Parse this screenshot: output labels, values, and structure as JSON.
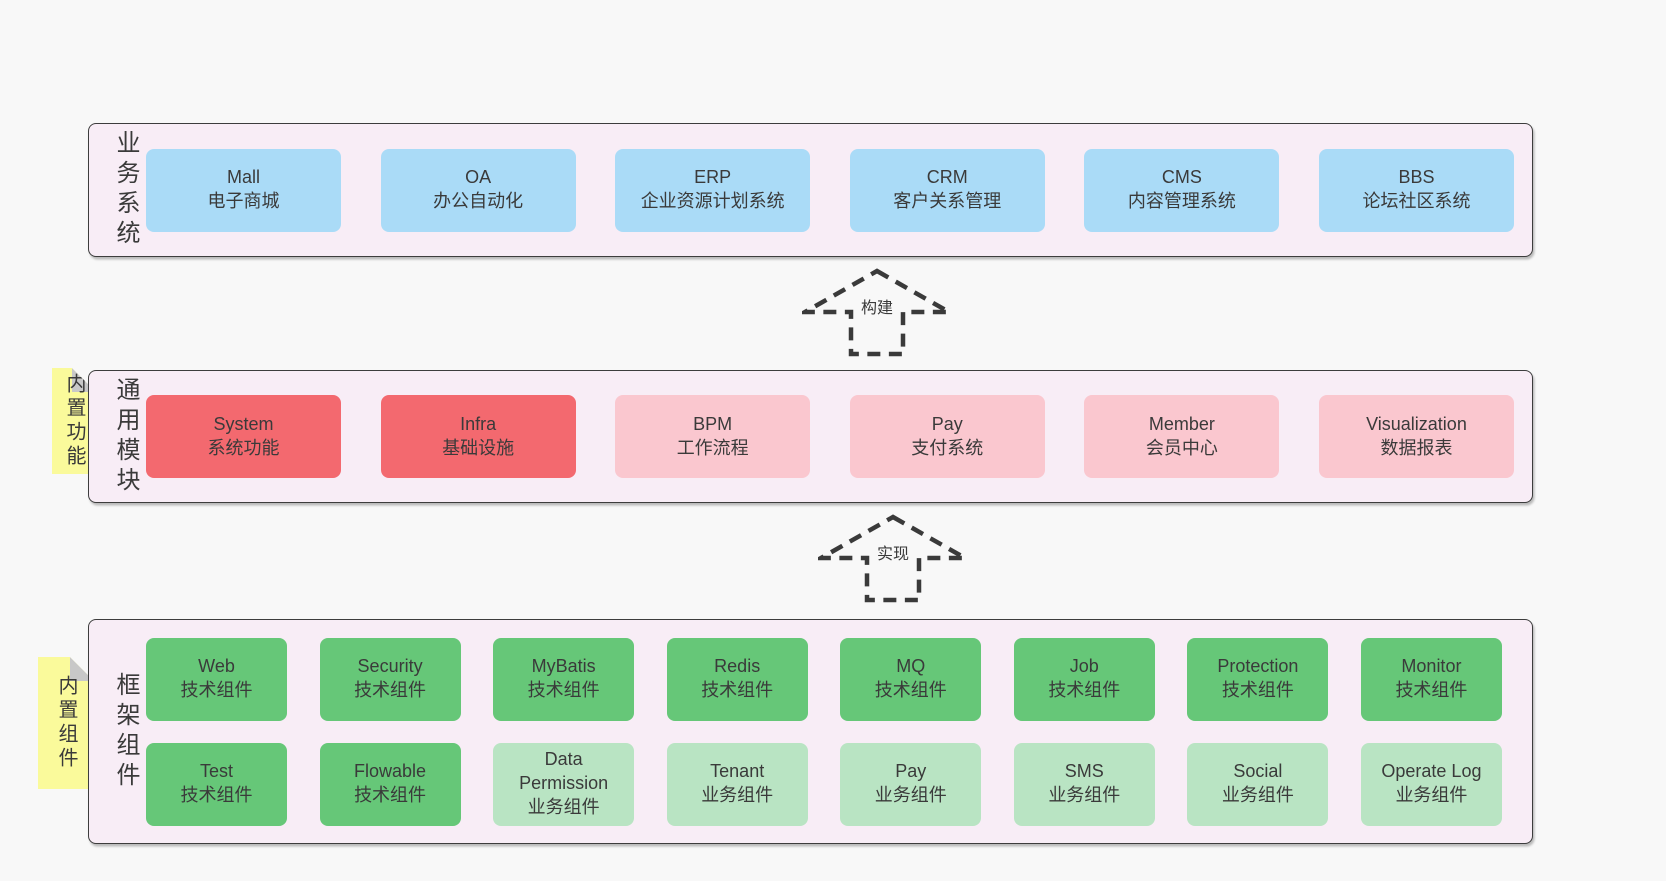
{
  "colors": {
    "background": "#f8f8f8",
    "band_background": "#f8edf6",
    "band_border": "#3d3d3d",
    "blue_box": "#aadbf7",
    "red_box": "#f3696f",
    "pink_box": "#fac7cf",
    "green_box": "#66c778",
    "light_green_box": "#b9e4c3",
    "sticky_note": "#fafa9b",
    "sticky_fold": "#c8c8c8",
    "text": "#3a3a3a"
  },
  "arrows": [
    {
      "label": "构建"
    },
    {
      "label": "实现"
    }
  ],
  "bands": [
    {
      "label": "业务系统",
      "rows": [
        [
          {
            "title": "Mall",
            "subtitle": "电子商城",
            "type": "blue"
          },
          {
            "title": "OA",
            "subtitle": "办公自动化",
            "type": "blue"
          },
          {
            "title": "ERP",
            "subtitle": "企业资源计划系统",
            "type": "blue"
          },
          {
            "title": "CRM",
            "subtitle": "客户关系管理",
            "type": "blue"
          },
          {
            "title": "CMS",
            "subtitle": "内容管理系统",
            "type": "blue"
          },
          {
            "title": "BBS",
            "subtitle": "论坛社区系统",
            "type": "blue"
          }
        ]
      ]
    },
    {
      "label": "通用模块",
      "sticky": "内置功能",
      "rows": [
        [
          {
            "title": "System",
            "subtitle": "系统功能",
            "type": "red"
          },
          {
            "title": "Infra",
            "subtitle": "基础设施",
            "type": "red"
          },
          {
            "title": "BPM",
            "subtitle": "工作流程",
            "type": "pink"
          },
          {
            "title": "Pay",
            "subtitle": "支付系统",
            "type": "pink"
          },
          {
            "title": "Member",
            "subtitle": "会员中心",
            "type": "pink"
          },
          {
            "title": "Visualization",
            "subtitle": "数据报表",
            "type": "pink"
          }
        ]
      ]
    },
    {
      "label": "框架组件",
      "sticky": "内置组件",
      "rows": [
        [
          {
            "title": "Web",
            "subtitle": "技术组件",
            "type": "green"
          },
          {
            "title": "Security",
            "subtitle": "技术组件",
            "type": "green"
          },
          {
            "title": "MyBatis",
            "subtitle": "技术组件",
            "type": "green"
          },
          {
            "title": "Redis",
            "subtitle": "技术组件",
            "type": "green"
          },
          {
            "title": "MQ",
            "subtitle": "技术组件",
            "type": "green"
          },
          {
            "title": "Job",
            "subtitle": "技术组件",
            "type": "green"
          },
          {
            "title": "Protection",
            "subtitle": "技术组件",
            "type": "green"
          },
          {
            "title": "Monitor",
            "subtitle": "技术组件",
            "type": "green"
          }
        ],
        [
          {
            "title": "Test",
            "subtitle": "技术组件",
            "type": "green"
          },
          {
            "title": "Flowable",
            "subtitle": "技术组件",
            "type": "green"
          },
          {
            "title": "Data Permission",
            "subtitle": "业务组件",
            "type": "green-light"
          },
          {
            "title": "Tenant",
            "subtitle": "业务组件",
            "type": "green-light"
          },
          {
            "title": "Pay",
            "subtitle": "业务组件",
            "type": "green-light"
          },
          {
            "title": "SMS",
            "subtitle": "业务组件",
            "type": "green-light"
          },
          {
            "title": "Social",
            "subtitle": "业务组件",
            "type": "green-light"
          },
          {
            "title": "Operate Log",
            "subtitle": "业务组件",
            "type": "green-light"
          }
        ]
      ]
    }
  ]
}
